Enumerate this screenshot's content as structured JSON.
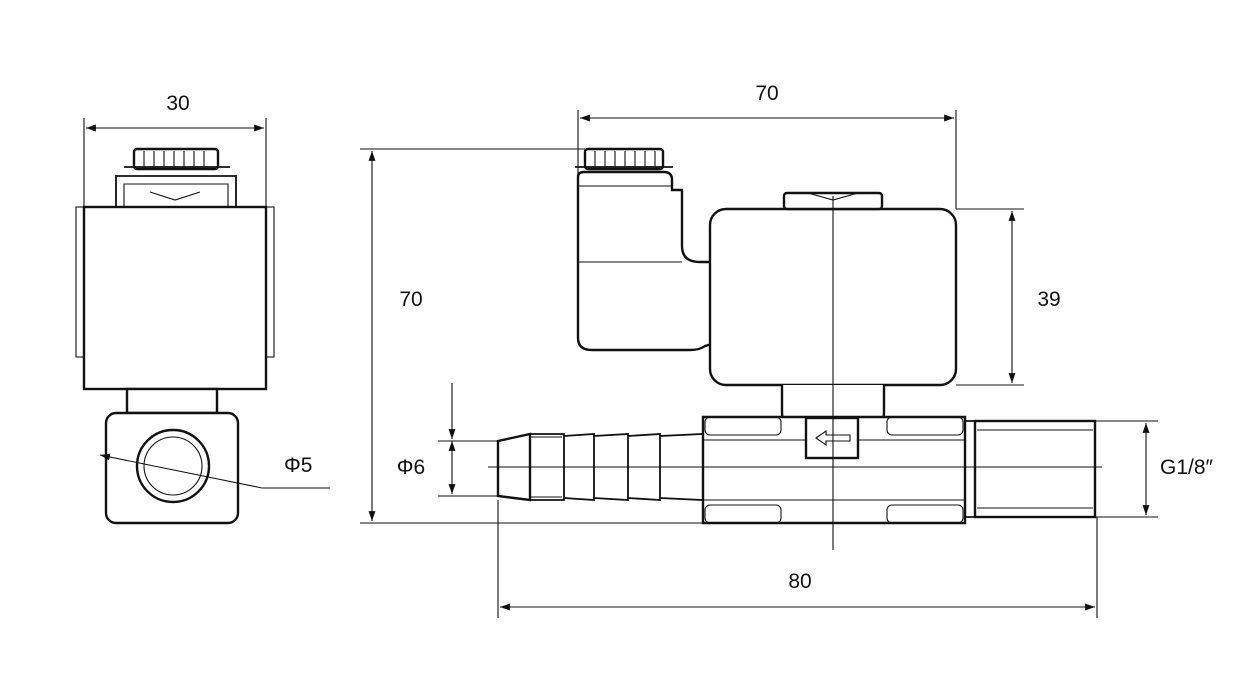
{
  "dimensions": {
    "side_width": "30",
    "side_bore": "Φ5",
    "front_top_width": "70",
    "front_height": "70",
    "coil_height": "39",
    "hose_barb": "Φ6",
    "thread": "G1/8″",
    "overall_length": "80"
  },
  "colors": {
    "line": "#111111",
    "background": "#ffffff"
  }
}
